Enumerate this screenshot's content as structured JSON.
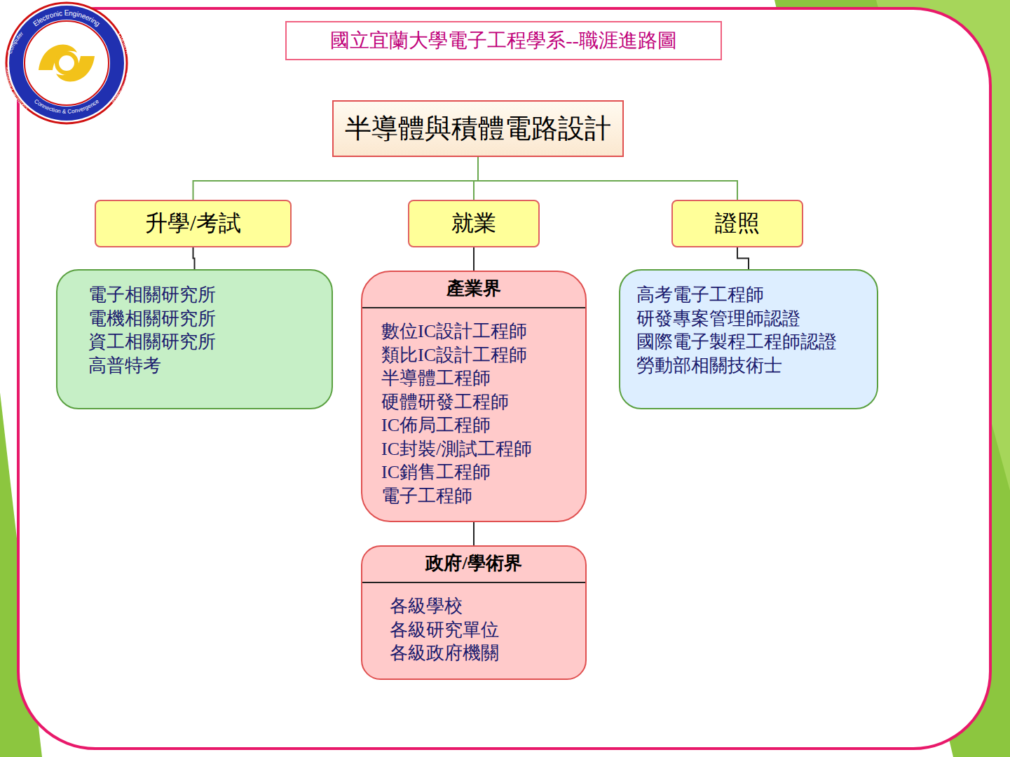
{
  "diagram": {
    "title": "國立宜蘭大學電子工程學系--職涯進路圖",
    "nodes": [
      {
        "text": [
          "半導體與積體電路設計"
        ]
      },
      {
        "text": [
          "升學/考試"
        ]
      },
      {
        "text": [
          "就業"
        ]
      },
      {
        "text": [
          "證照"
        ]
      },
      {
        "text": [
          "電子相關研究所",
          "電機相關研究所",
          "資工相關研究所",
          "高普特考"
        ]
      },
      {
        "text": [
          "產業界",
          "數位IC設計工程師",
          "類比IC設計工程師",
          "半導體工程師",
          "硬體研發工程師",
          "IC佈局工程師",
          "IC封裝/測試工程師",
          "IC銷售工程師",
          "電子工程師"
        ]
      },
      {
        "text": [
          "高考電子工程師",
          "研發專案管理師認證",
          "國際電子製程工程師認證",
          "勞動部相關技術士"
        ]
      },
      {
        "text": [
          "政府/學術界",
          "各級學校",
          "各級研究單位",
          "各級政府機關"
        ]
      }
    ],
    "edges": [
      {
        "from": 0,
        "to": 1,
        "arrow": "none"
      },
      {
        "from": 0,
        "to": 2,
        "arrow": "none"
      },
      {
        "from": 0,
        "to": 3,
        "arrow": "none"
      },
      {
        "from": 1,
        "to": 4,
        "arrow": "none"
      },
      {
        "from": 2,
        "to": 5,
        "arrow": "none"
      },
      {
        "from": 3,
        "to": 6,
        "arrow": "none"
      },
      {
        "from": 5,
        "to": 7,
        "arrow": "none"
      }
    ],
    "labels": [
      "Electronic Engineering",
      "Content",
      "Communication",
      "Connection & Convergence",
      "Consumer Electronics",
      "Computer"
    ]
  }
}
